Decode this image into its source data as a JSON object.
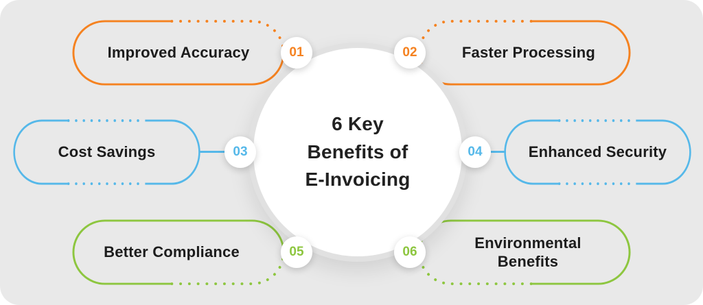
{
  "title": "6 Key\nBenefits of\nE-Invoicing",
  "benefits": [
    {
      "num": "01",
      "label": "Improved Accuracy",
      "color": "#F58220"
    },
    {
      "num": "02",
      "label": "Faster Processing",
      "color": "#F58220"
    },
    {
      "num": "03",
      "label": "Cost Savings",
      "color": "#55B8E9"
    },
    {
      "num": "04",
      "label": "Enhanced Security",
      "color": "#55B8E9"
    },
    {
      "num": "05",
      "label": "Better Compliance",
      "color": "#8DC63F"
    },
    {
      "num": "06",
      "label": "Environmental Benefits",
      "color": "#8DC63F"
    }
  ],
  "colors": {
    "orange": "#F58220",
    "blue": "#55B8E9",
    "green": "#8DC63F",
    "text": "#1C1C1C",
    "card_background": "#E9E9E9",
    "badge_background": "#FFFFFF"
  }
}
